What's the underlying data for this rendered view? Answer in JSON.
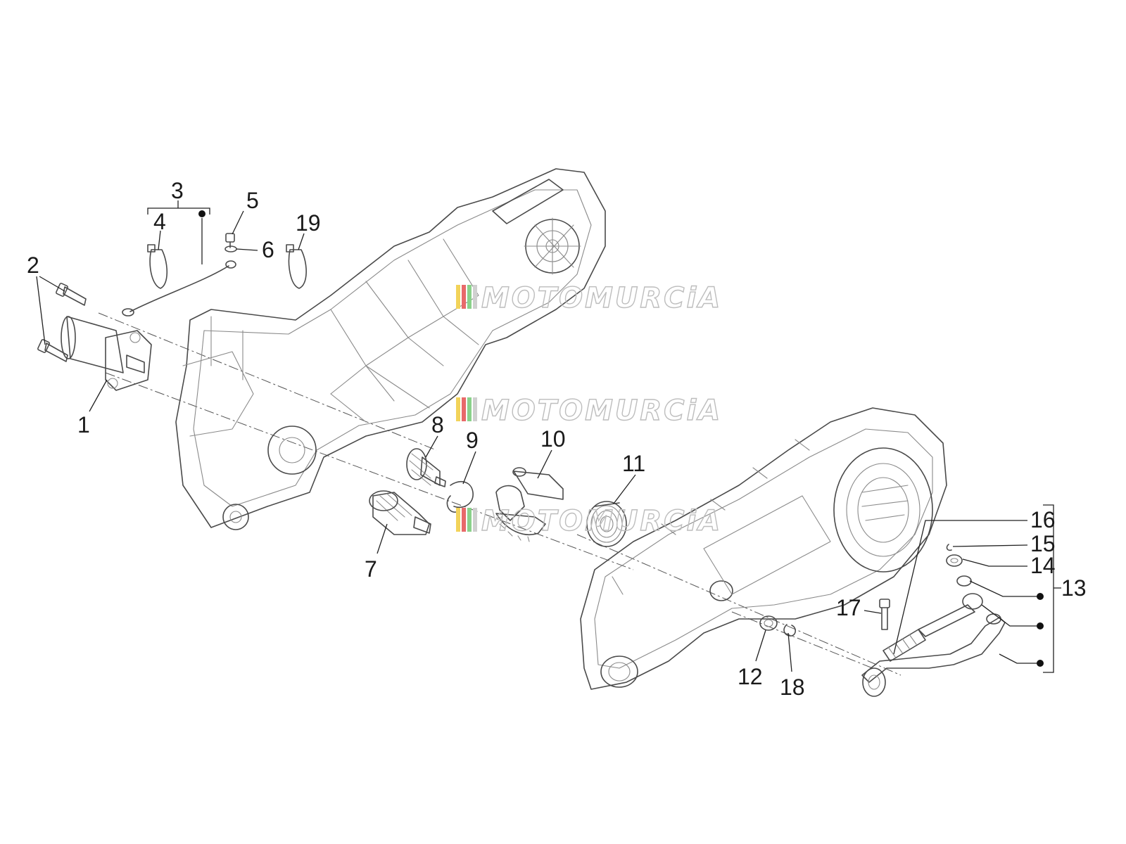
{
  "watermark": {
    "text": "MOTOMURCiA",
    "stripe_colors": [
      "#f2d35a",
      "#e86a6a",
      "#8ad18a",
      "#bdbdbd"
    ]
  },
  "callouts": [
    "1",
    "2",
    "3",
    "4",
    "5",
    "6",
    "7",
    "8",
    "9",
    "10",
    "11",
    "12",
    "13",
    "14",
    "15",
    "16",
    "17",
    "18",
    "19"
  ],
  "colors": {
    "line": "#4a4a4a",
    "text": "#1a1a1a",
    "marker": "#111111"
  }
}
